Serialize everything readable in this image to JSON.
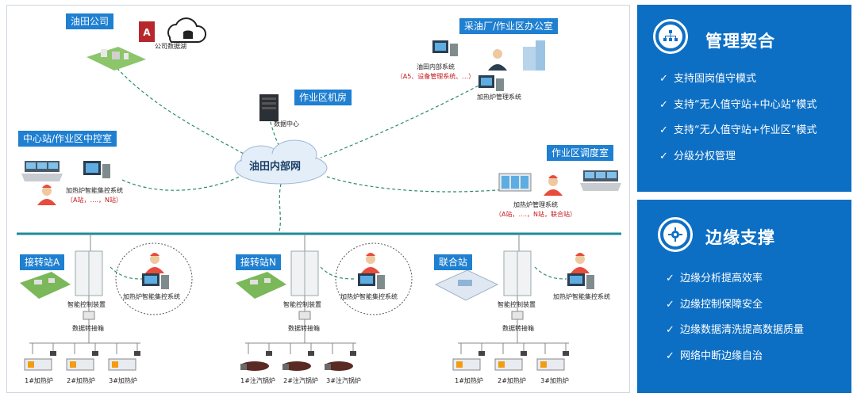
{
  "diagram": {
    "nodes": {
      "oilfield_company": "油田公司",
      "company_datalake": "公司数据湖",
      "oil_plant_office": "采油厂/作业区办公室",
      "oilfield_internal_systems": "油田内部系统",
      "oilfield_internal_systems_detail": "（A5、设备管理系统、…）",
      "heater_mgmt_system": "加热炉管理系统",
      "work_area_server_room": "作业区机房",
      "data_center": "数据中心",
      "center_station_control": "中心站/作业区中控室",
      "heater_smart_control_system": "加热炉智能集控系统",
      "heater_smart_control_detail": "（A站，….，N站）",
      "internal_network": "油田内部网",
      "dispatch_room": "作业区调度室",
      "dispatch_heater_system": "加热炉管理系统",
      "dispatch_heater_detail": "（A站，….，N站，联合站）"
    },
    "stations": [
      {
        "name": "接转站A",
        "control_device": "智能控制装置",
        "converter": "数据转接箱",
        "system": "加热炉智能集控系统",
        "units": [
          "1#加热炉",
          "2#加热炉",
          "3#加热炉"
        ],
        "unit_type": "heater"
      },
      {
        "name": "接转站N",
        "control_device": "智能控制装置",
        "converter": "数据转接箱",
        "system": "加热炉智能集控系统",
        "units": [
          "1#注汽锅炉",
          "2#注汽锅炉",
          "3#注汽锅炉"
        ],
        "unit_type": "boiler"
      },
      {
        "name": "联合站",
        "control_device": "智能控制装置",
        "converter": "数据转接箱",
        "system": "加热炉智能集控系统",
        "units": [
          "1#加热炉",
          "2#加热炉",
          "3#加热炉"
        ],
        "unit_type": "heater"
      }
    ],
    "colors": {
      "tag": "#1f7fd0",
      "bus": "#1f8a9a",
      "link": "#2e8b6e",
      "accent_red": "#c4161c"
    }
  },
  "panels": {
    "management": {
      "icon": "org-chart-icon",
      "title": "管理契合",
      "items": [
        "支持固岗值守模式",
        "支持“无人值守站+中心站”模式",
        "支持“无人值守站+作业区”模式",
        "分级分权管理"
      ]
    },
    "edge": {
      "icon": "gear-icon",
      "title": "边缘支撑",
      "items": [
        "边缘分析提高效率",
        "边缘控制保障安全",
        "边缘数据清洗提高数据质量",
        "网络中断边缘自治"
      ]
    },
    "check_glyph": "✓",
    "panel_color": "#0d6fc4"
  }
}
